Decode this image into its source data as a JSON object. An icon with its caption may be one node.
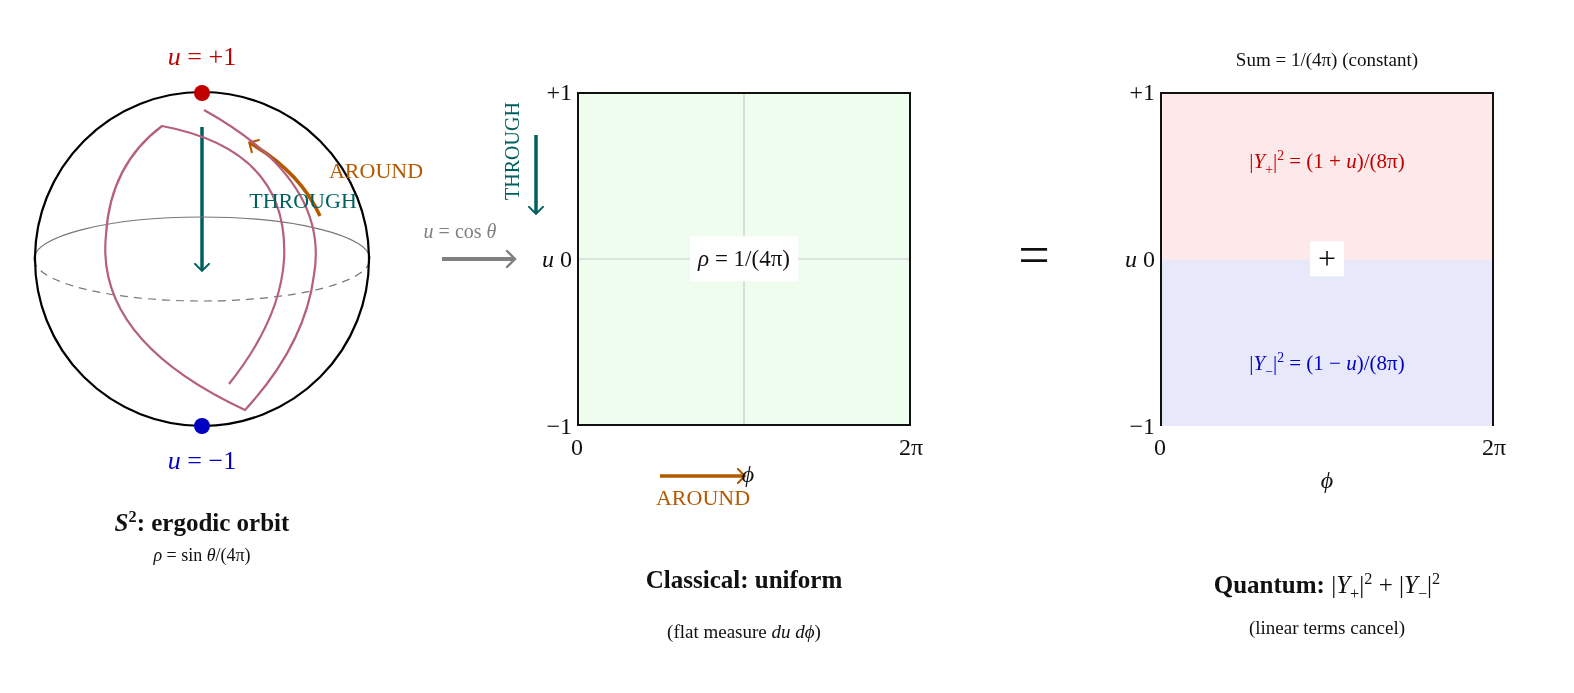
{
  "diagram": {
    "nodes": [
      {
        "text": [],
        "shape": "circle",
        "beside": [
          "*S*$^{2}$: ergodic orbit",
          "*ρ* = sin *θ*/(4π)"
        ]
      },
      {
        "text": [
          "*ρ* = 1/(4π)"
        ],
        "beside": [
          "Classical: uniform",
          "(flat measure *du dϕ*)"
        ]
      },
      {
        "text": [],
        "shape": "box",
        "beside": [
          "Sum = 1/(4π) (constant)",
          "**Quantum:** |*Y*$_{+}$|$^{2}$ + |*Y*$_{−}$|$^{2}$",
          "(linear terms cancel)"
        ]
      },
      {
        "text": [
          "|*Y*$_{+}$|$^{2}$ = (1 + *u*)/(8π)"
        ],
        "in": 2
      },
      {
        "text": [
          "|*Y*$_{−}$|$^{2}$ = (1 − *u*)/(8π)"
        ],
        "in": 2
      }
    ],
    "edges": [
      {
        "from": 0,
        "to": 1,
        "arrow": "to",
        "label": "*u* = cos *θ*"
      }
    ],
    "labels": [
      "*u* = +1",
      "*u* = −1",
      "AROUND",
      "THROUGH",
      "THROUGH",
      "+1",
      "*u* 0",
      "−1",
      "0",
      "2π",
      "*ϕ*",
      "AROUND",
      "=",
      "+1",
      "*u* 0",
      "−1",
      "0",
      "2π",
      "*ϕ*",
      "+"
    ]
  }
}
